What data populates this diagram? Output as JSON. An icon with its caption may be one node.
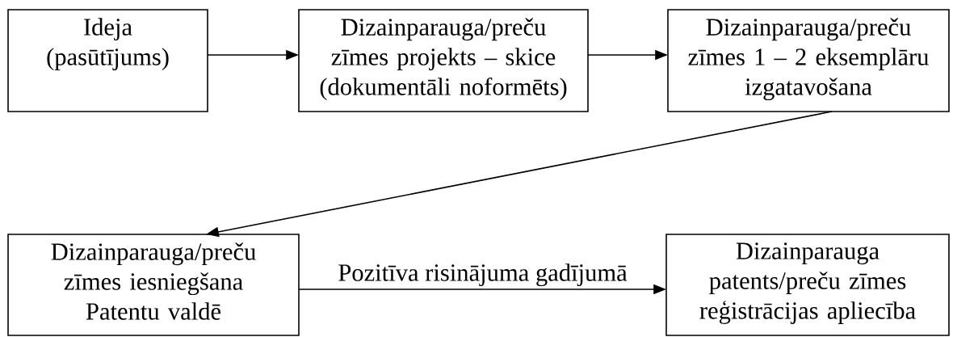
{
  "diagram": {
    "nodes": [
      {
        "text": [
          "Ideja (pasūtījums)"
        ]
      },
      {
        "text": [
          "Dizainparauga/preču zīmes projekts – skice (dokumentāli noformēts)"
        ]
      },
      {
        "text": [
          "Dizainparauga/preču zīmes 1 – 2 eksemplāru izgatavošana"
        ]
      },
      {
        "text": [
          "Dizainparauga/preču zīmes iesniegšana Patentu valdē"
        ]
      },
      {
        "text": [
          "Dizainparauga patents/preču zīmes reģistrācijas apliecība"
        ]
      }
    ],
    "edges": [
      {
        "from": 0,
        "to": 1,
        "arrow": "to"
      },
      {
        "from": 1,
        "to": 2,
        "arrow": "to"
      },
      {
        "from": 2,
        "to": 3,
        "arrow": "to"
      },
      {
        "from": 3,
        "to": 4,
        "arrow": "to",
        "label": "Pozitīva risinājuma gadījumā"
      }
    ]
  }
}
